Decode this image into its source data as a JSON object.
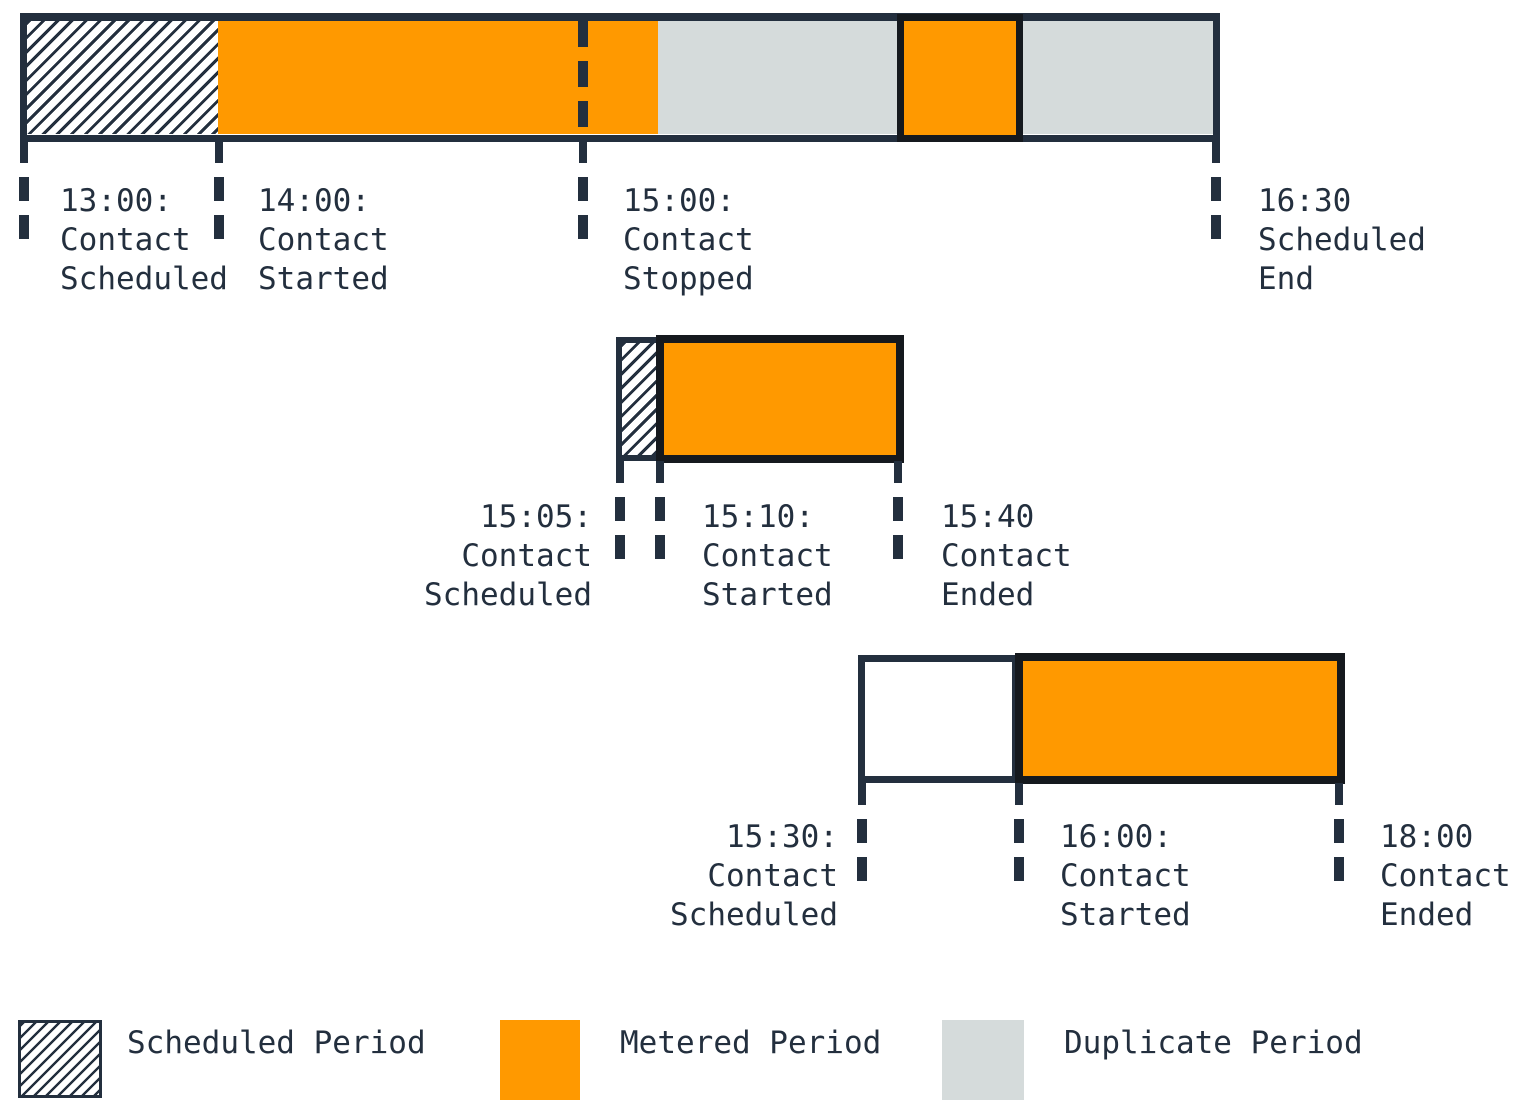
{
  "colors": {
    "navy": "#232F3E",
    "black": "#15191E",
    "orange": "#FF9900",
    "gray": "#D5DBDB"
  },
  "bars": [
    {
      "name": "contact-1",
      "segments": [
        "scheduled",
        "metered",
        "duplicate",
        "metered",
        "duplicate"
      ],
      "markers": [
        {
          "lines": [
            "13:00:",
            "Contact",
            "Scheduled"
          ]
        },
        {
          "lines": [
            "14:00:",
            "Contact",
            "Started"
          ]
        },
        {
          "lines": [
            "15:00:",
            "Contact",
            "Stopped"
          ]
        },
        {
          "lines": [
            "16:30",
            "Scheduled",
            "End"
          ]
        }
      ]
    },
    {
      "name": "contact-2",
      "segments": [
        "scheduled",
        "metered"
      ],
      "markers": [
        {
          "lines": [
            "15:05:",
            "Contact",
            "Scheduled"
          ]
        },
        {
          "lines": [
            "15:10:",
            "Contact",
            "Started"
          ]
        },
        {
          "lines": [
            "15:40",
            "Contact",
            "Ended"
          ]
        }
      ]
    },
    {
      "name": "contact-3",
      "segments": [
        "scheduled",
        "metered"
      ],
      "markers": [
        {
          "lines": [
            "15:30:",
            "Contact",
            "Scheduled"
          ]
        },
        {
          "lines": [
            "16:00:",
            "Contact",
            "Started"
          ]
        },
        {
          "lines": [
            "18:00",
            "Contact",
            "Ended"
          ]
        }
      ]
    }
  ],
  "legend": [
    {
      "swatch": "scheduled-hatch",
      "label": "Scheduled Period"
    },
    {
      "swatch": "metered-solid",
      "label": "Metered Period"
    },
    {
      "swatch": "duplicate-solid",
      "label": "Duplicate Period"
    }
  ]
}
